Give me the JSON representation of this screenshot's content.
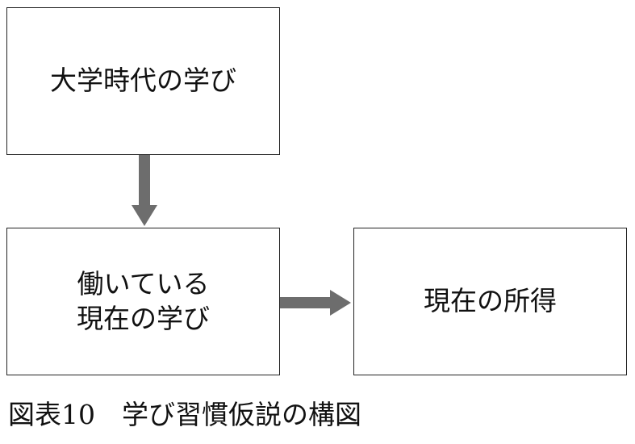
{
  "boxes": {
    "college_learning": "大学時代の学び",
    "current_learning": {
      "line1": "働いている",
      "line2": "現在の学び"
    },
    "current_income": "現在の所得"
  },
  "arrows": [
    {
      "from": "大学時代の学び",
      "to": "働いている現在の学び"
    },
    {
      "from": "働いている現在の学び",
      "to": "現在の所得"
    }
  ],
  "caption": "図表10　学び習慣仮説の構図",
  "colors": {
    "arrow": "#6d6d6d",
    "border": "#222222",
    "text": "#111111",
    "background": "#ffffff"
  }
}
